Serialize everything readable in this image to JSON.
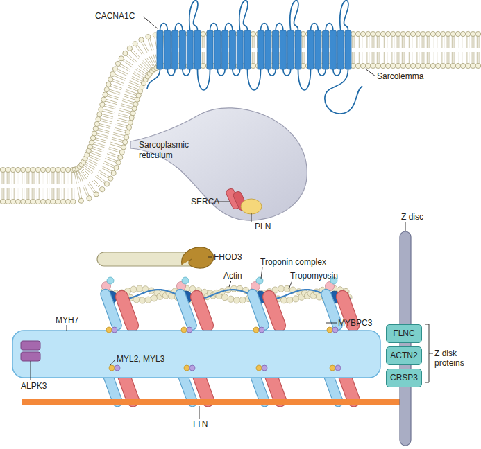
{
  "diagram": {
    "nodes": [
      {
        "text": [
          "Sarcoplasmic reticulum"
        ]
      },
      {
        "text": [
          "FLNC"
        ]
      },
      {
        "text": [
          "ACTN2"
        ]
      },
      {
        "text": [
          "CRSP3"
        ]
      }
    ],
    "labels": [
      "CACNA1C",
      "Sarcolemma",
      "SERCA",
      "PLN",
      "Z disc",
      "FHOD3",
      "Troponin complex",
      "Actin",
      "Tropomyosin",
      "MYH7",
      "MYBPC3",
      "MYL2, MYL3",
      "ALPK3",
      "TTN",
      "Z disk proteins"
    ]
  }
}
